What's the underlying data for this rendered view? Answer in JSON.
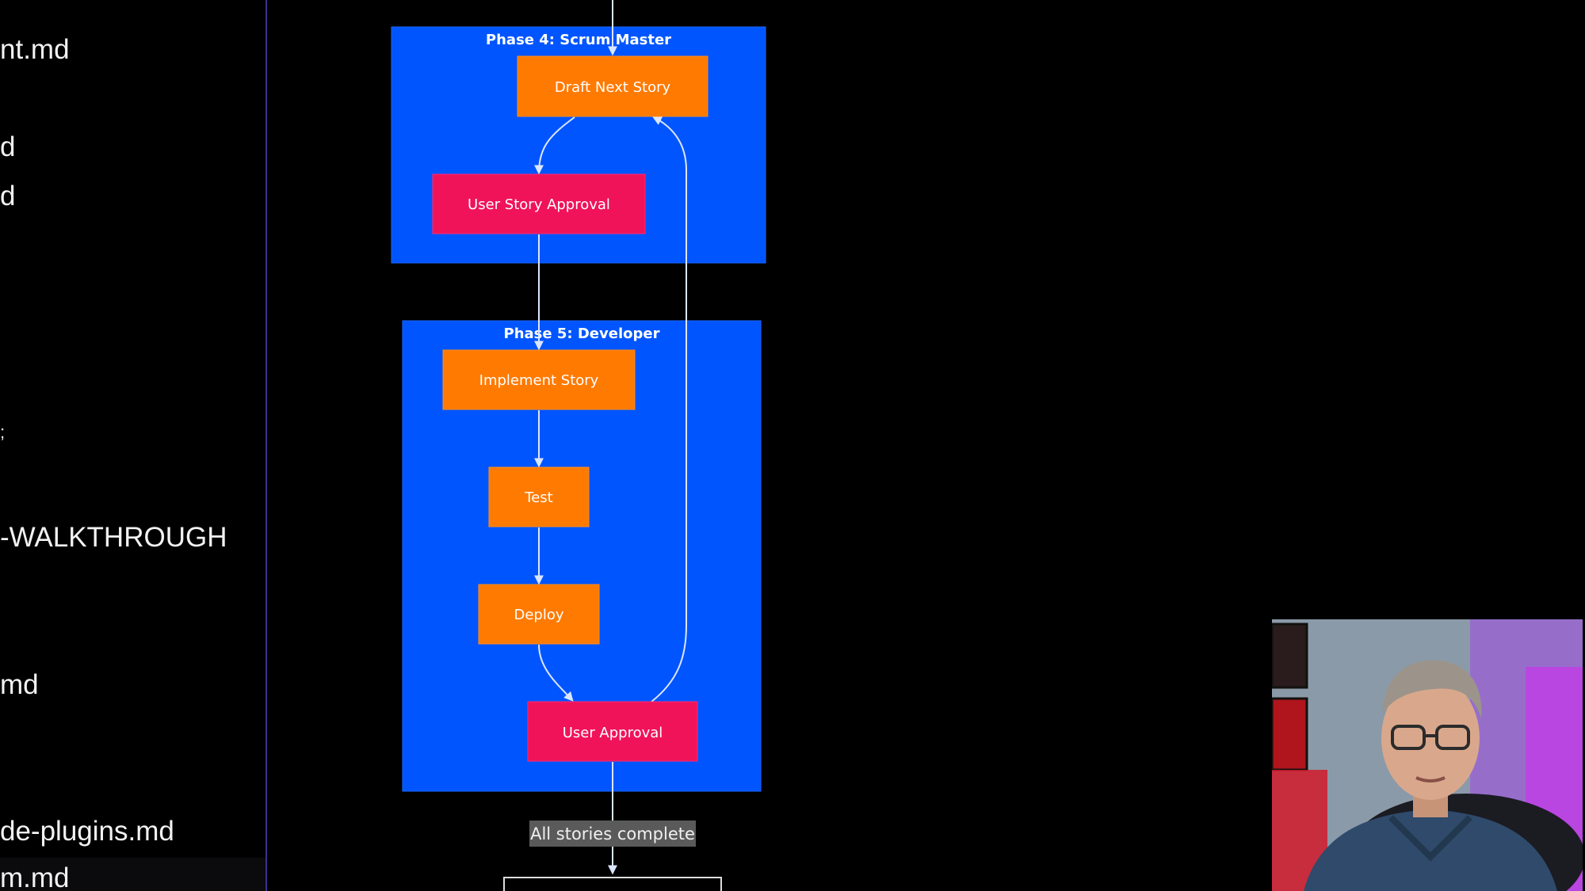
{
  "file_list": {
    "items": [
      {
        "label": "nt.md"
      },
      {
        "label": "d"
      },
      {
        "label": "d"
      },
      {
        "label": ";"
      },
      {
        "label": "-WALKTHROUGH"
      },
      {
        "label": "md"
      },
      {
        "label": "de-plugins.md"
      },
      {
        "label": "m.md"
      }
    ]
  },
  "diagram": {
    "phase4": {
      "title": "Phase 4: Scrum Master",
      "nodes": {
        "draft_next_story": "Draft Next Story",
        "user_story_approval": "User Story Approval"
      }
    },
    "phase5": {
      "title": "Phase 5: Developer",
      "nodes": {
        "implement_story": "Implement Story",
        "test": "Test",
        "deploy": "Deploy",
        "user_approval": "User Approval"
      }
    },
    "edge_label_all_complete": "All stories complete",
    "colors": {
      "cluster_fill": "#0055ff",
      "process_node": "#ff7a00",
      "approval_node": "#f0135a",
      "edge": "#dbe6ff",
      "edge_label_bg": "#5a5a5a"
    }
  },
  "webcam": {
    "icon": "person-presenter"
  }
}
